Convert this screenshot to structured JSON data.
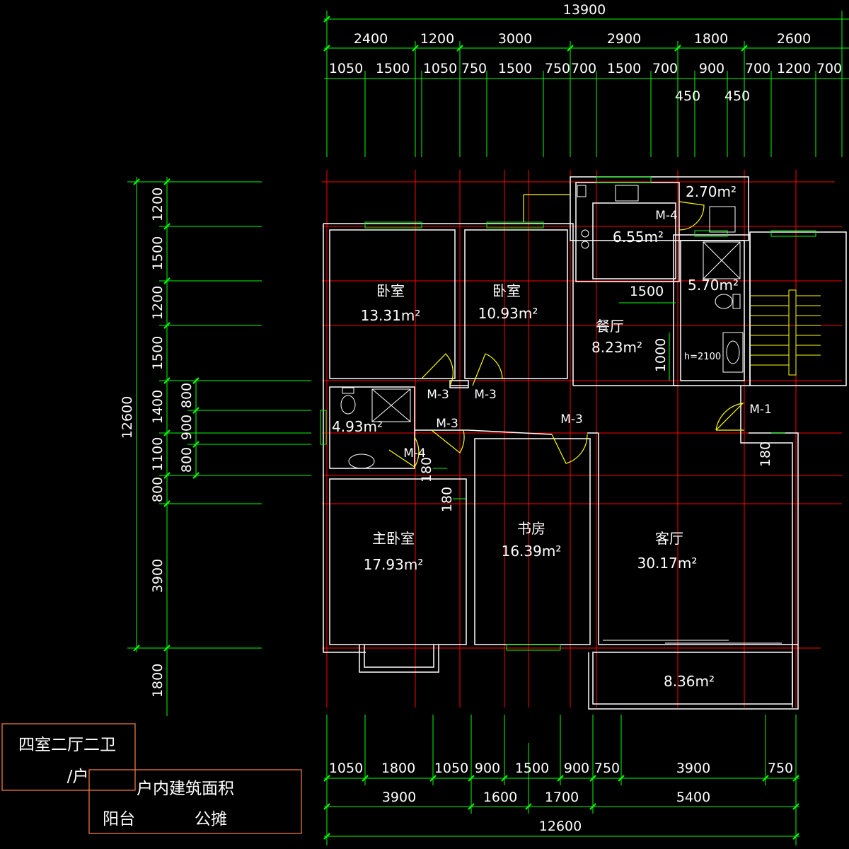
{
  "colors": {
    "background": "#000000",
    "dimension_line": "#00ff00",
    "axis_line": "#ff0000",
    "wall": "#ffffff",
    "door": "#ffff00",
    "label_box": "#ff8040"
  },
  "dimensions": {
    "top_total": "13900",
    "top_row2": [
      "2400",
      "1200",
      "3000",
      "2900",
      "1800",
      "2600"
    ],
    "top_row3": [
      "1050",
      "1500",
      "1050",
      "750",
      "1500",
      "750",
      "700",
      "1500",
      "700",
      "900",
      "700",
      "1200",
      "700"
    ],
    "top_sub": [
      "450",
      "450"
    ],
    "left_total": "12600",
    "left_main": [
      "1200",
      "1500",
      "1200",
      "1500",
      "1400",
      "1100",
      "800",
      "3900",
      "1800"
    ],
    "left_inner": [
      "800",
      "900",
      "800"
    ],
    "bottom_row1": [
      "1050",
      "1800",
      "1050",
      "900",
      "1500",
      "900",
      "750",
      "3900",
      "750"
    ],
    "bottom_row2": [
      "3900",
      "1600",
      "1700",
      "5400"
    ],
    "bottom_total": "12600",
    "inner": {
      "dining_width": "1500",
      "dining_height": "1000",
      "shower_height": "h=2100",
      "offset_a": "180",
      "offset_b": "180",
      "offset_c": "180"
    }
  },
  "rooms": {
    "bedroom1_name": "卧室",
    "bedroom1_area": "13.31m²",
    "bedroom2_name": "卧室",
    "bedroom2_area": "10.93m²",
    "dining_name": "餐厅",
    "dining_area": "8.23m²",
    "kitchen_area": "6.55m²",
    "utility_area": "2.70m²",
    "bath2_area": "5.70m²",
    "bath1_area": "4.93m²",
    "master_name": "主卧室",
    "master_area": "17.93m²",
    "study_name": "书房",
    "study_area": "16.39m²",
    "living_name": "客厅",
    "living_area": "30.17m²",
    "balcony_area": "8.36m²"
  },
  "doors": {
    "m3_a": "M-3",
    "m3_b": "M-3",
    "m3_c": "M-3",
    "m3_d": "M-3",
    "m4_a": "M-4",
    "m4_b": "M-4",
    "m1": "M-1"
  },
  "legend": {
    "type_title": "四室二厅二卫",
    "per_unit": "/户",
    "area_title": "户内建筑面积",
    "balcony_label": "阳台",
    "shared_label": "公摊"
  }
}
